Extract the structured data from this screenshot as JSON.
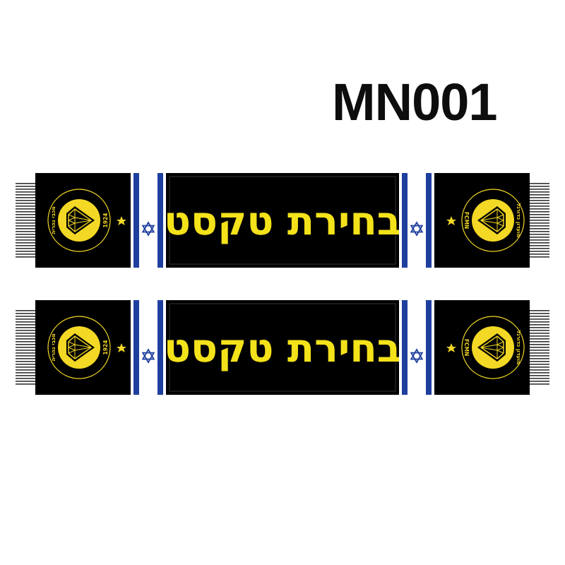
{
  "product": {
    "code": "MN001"
  },
  "scarf": {
    "slogan": "בחירת טקסט",
    "crest": {
      "year": "1924",
      "initials": "FCMN",
      "name_top": "מכבי נהריה",
      "name_bottom": "מועדון כדורגל"
    }
  },
  "colors": {
    "scarf_body": "#000000",
    "slogan_text": "#f4e21a",
    "crest_yellow": "#f3d825",
    "flag_blue": "#1f3f9e",
    "flag_white": "#ffffff",
    "star": "#f3d825",
    "fringe": "#333333"
  },
  "scarves": [
    {
      "id": "scarf-1"
    },
    {
      "id": "scarf-2"
    }
  ]
}
